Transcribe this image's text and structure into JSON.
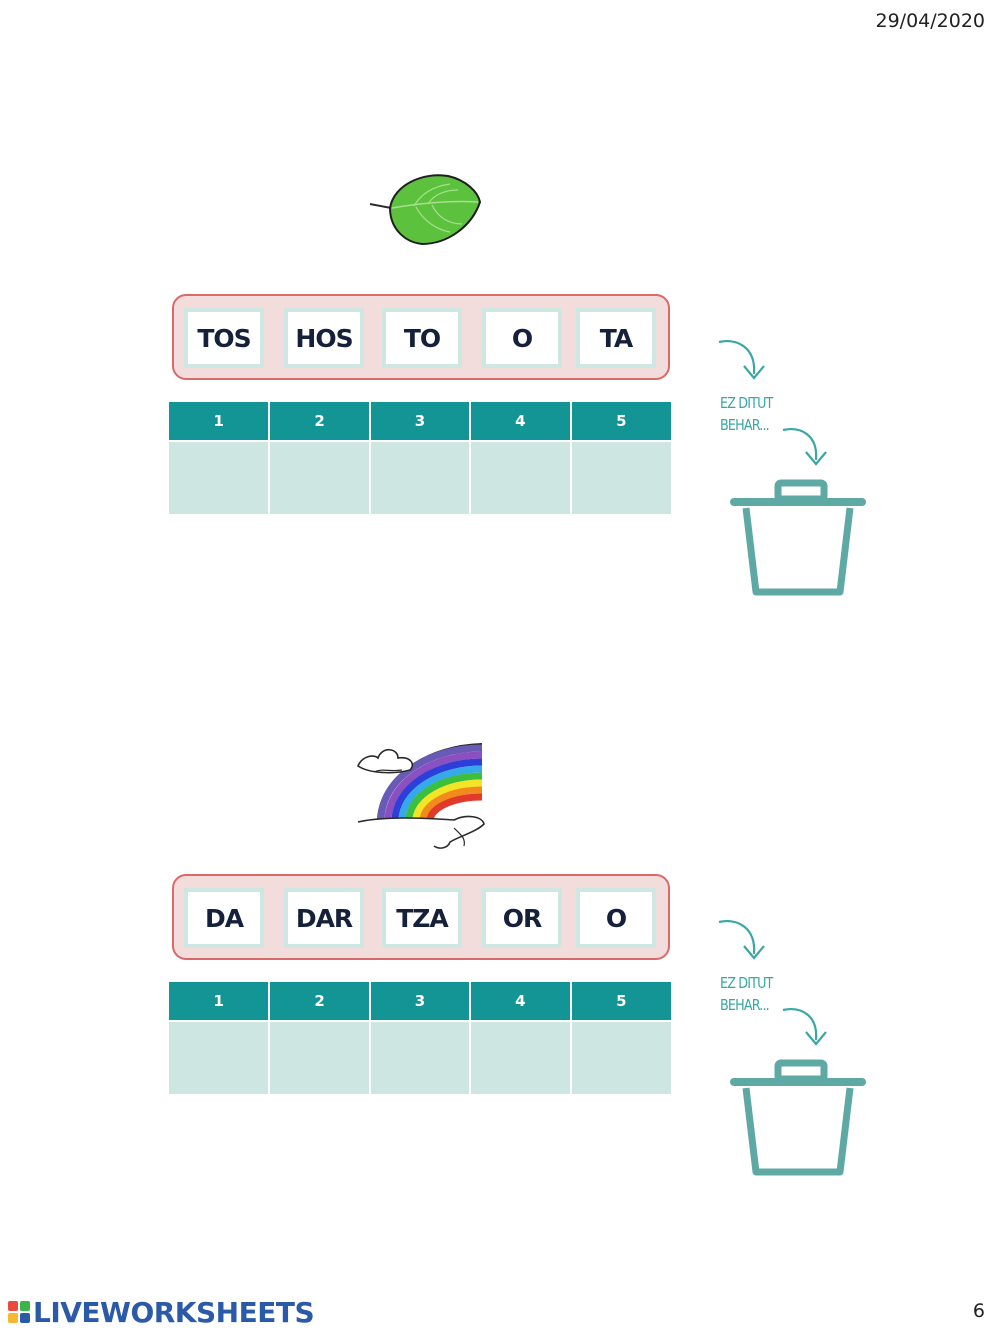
{
  "header": {
    "date": "29/04/2020"
  },
  "footer": {
    "brand": "LIVEWORKSHEETS",
    "page_number": "6",
    "brand_colors": [
      "#e84c3d",
      "#3ab54a",
      "#f7b731",
      "#2b5aa8"
    ]
  },
  "exercises": [
    {
      "picture": "leaf",
      "syllables": [
        "TOS",
        "HOS",
        "TO",
        "O",
        "TA"
      ],
      "columns": [
        "1",
        "2",
        "3",
        "4",
        "5"
      ],
      "discard_line1": "EZ DITUT",
      "discard_line2": "BEHAR..."
    },
    {
      "picture": "rainbow",
      "syllables": [
        "DA",
        "DAR",
        "TZA",
        "OR",
        "O"
      ],
      "columns": [
        "1",
        "2",
        "3",
        "4",
        "5"
      ],
      "discard_line1": "EZ DITUT",
      "discard_line2": "BEHAR..."
    }
  ],
  "colors": {
    "header_teal": "#129594",
    "cell_teal": "#cde6e2",
    "frame_red": "#d96a6a",
    "frame_pink": "#f3dcdc",
    "trash_teal": "#5fa9a5"
  }
}
